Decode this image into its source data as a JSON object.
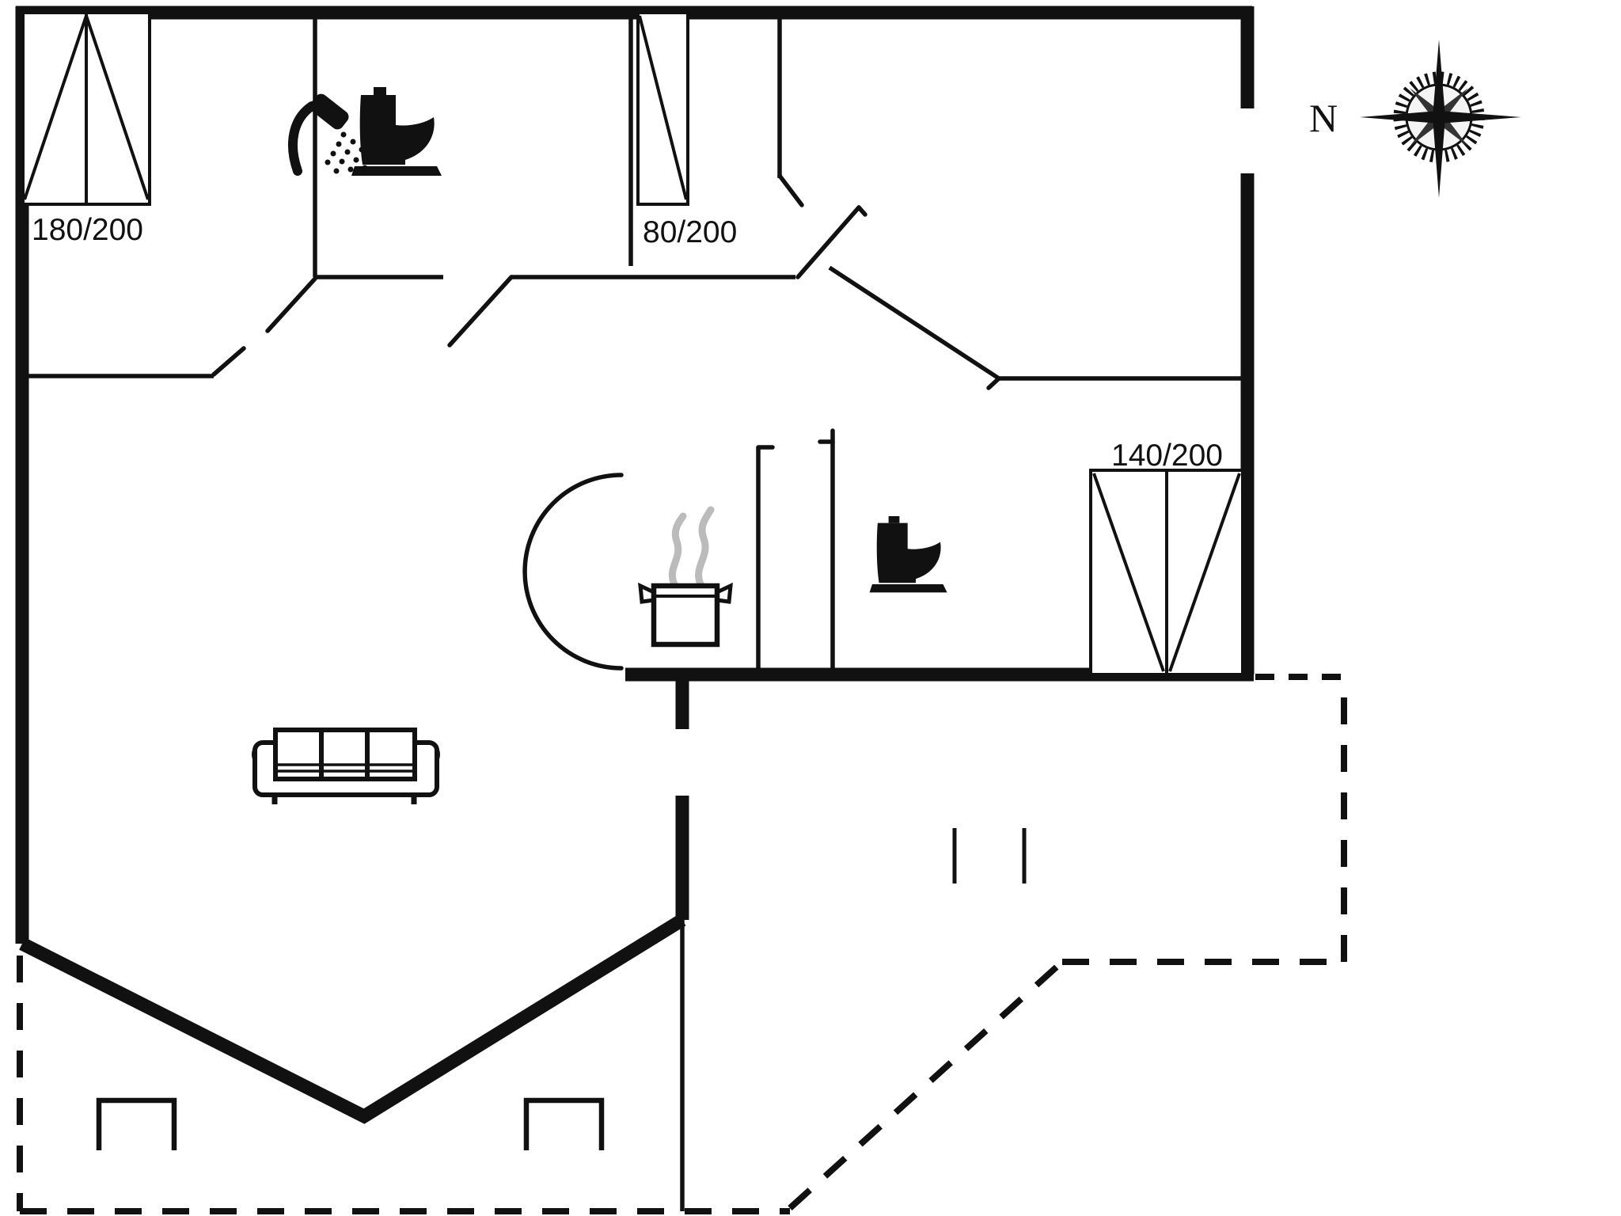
{
  "colors": {
    "ink": "#111111",
    "steam": "#bbbbbb",
    "background": "#ffffff"
  },
  "compass": {
    "label": "N"
  },
  "windows": [
    {
      "name": "window-180x200",
      "label": "180/200"
    },
    {
      "name": "window-80x200",
      "label": "80/200"
    },
    {
      "name": "window-140x200",
      "label": "140/200"
    }
  ],
  "icons": {
    "shower": "shower-icon",
    "toilet_bathroom": "toilet-icon",
    "toilet_wc": "toilet-icon",
    "cooking_pot": "cooking-pot-icon",
    "steam": "steam-icon",
    "sofa": "sofa-icon",
    "compass_rose": "compass-rose-icon"
  }
}
